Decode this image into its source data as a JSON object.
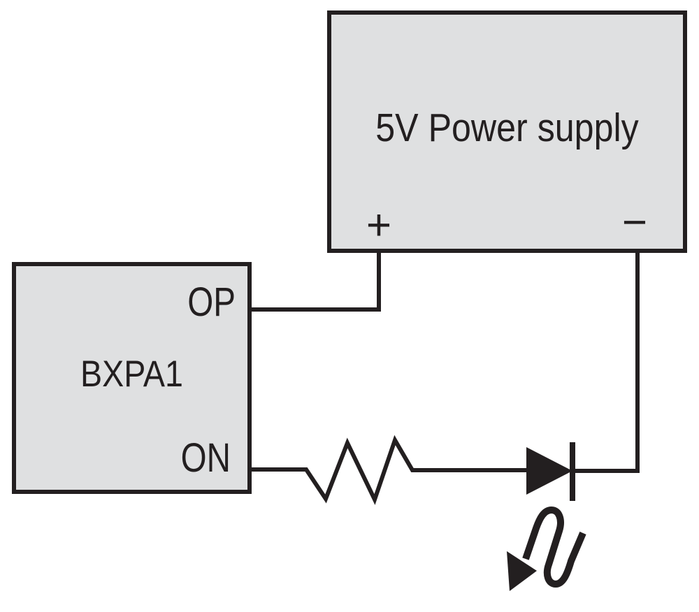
{
  "diagram": {
    "type": "circuit-wiring-diagram",
    "power_supply": {
      "label": "5V Power supply",
      "plus_terminal": "+",
      "minus_terminal": "−"
    },
    "module": {
      "label": "BXPA1",
      "pin_op": "OP",
      "pin_on": "ON"
    },
    "components": [
      {
        "name": "resistor",
        "symbol": "zigzag"
      },
      {
        "name": "led-diode",
        "symbol": "filled-triangle-with-cathode-bar"
      },
      {
        "name": "light-emission-arrow",
        "symbol": "wavy-arrow-down-left"
      }
    ],
    "connections": [
      "BXPA1.OP — 5V Power supply.+",
      "BXPA1.ON — resistor — LED — 5V Power supply.−"
    ],
    "colors": {
      "line": "#231f20",
      "box_fill": "#dfe0e1",
      "background": "#ffffff",
      "text": "#231f20"
    }
  }
}
